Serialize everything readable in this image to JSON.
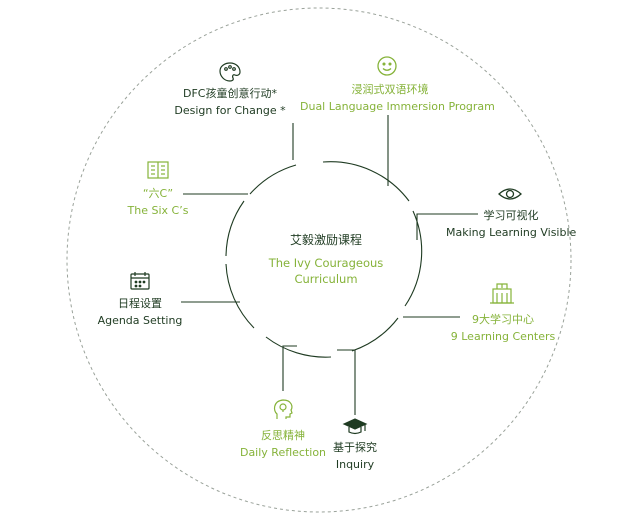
{
  "center": {
    "title_zh": "艾毅激励课程",
    "title_en_line1": "The Ivy Courageous",
    "title_en_line2": "Curriculum"
  },
  "items": [
    {
      "key": "dfc",
      "zh": "DFC孩童创意行动*",
      "en": "Design for Change *",
      "icon": "palette-icon",
      "color": "dark"
    },
    {
      "key": "dual",
      "zh": "浸润式双语环境",
      "en": "Dual Language Immersion Program",
      "icon": "smiley-icon",
      "color": "lime"
    },
    {
      "key": "six",
      "zh": "“六C”",
      "en": "The Six C’s",
      "icon": "book-icon",
      "color": "lime"
    },
    {
      "key": "visible",
      "zh": "学习可视化",
      "en": "Making Learning Visible",
      "icon": "eye-icon",
      "color": "dark"
    },
    {
      "key": "agenda",
      "zh": "日程设置",
      "en": "Agenda Setting",
      "icon": "calendar-icon",
      "color": "dark"
    },
    {
      "key": "centers",
      "zh": "9大学习中心",
      "en": "9 Learning Centers",
      "icon": "building-icon",
      "color": "lime"
    },
    {
      "key": "reflection",
      "zh": "反思精神",
      "en": "Daily Reflection",
      "icon": "lightbulb-head-icon",
      "color": "lime"
    },
    {
      "key": "inquiry",
      "zh": "基于探究",
      "en": "Inquiry",
      "icon": "graduation-cap-icon",
      "color": "dark"
    }
  ],
  "colors": {
    "dark": "#1f3b22",
    "lime": "#86b33a",
    "dashed": "#9aa29a"
  }
}
